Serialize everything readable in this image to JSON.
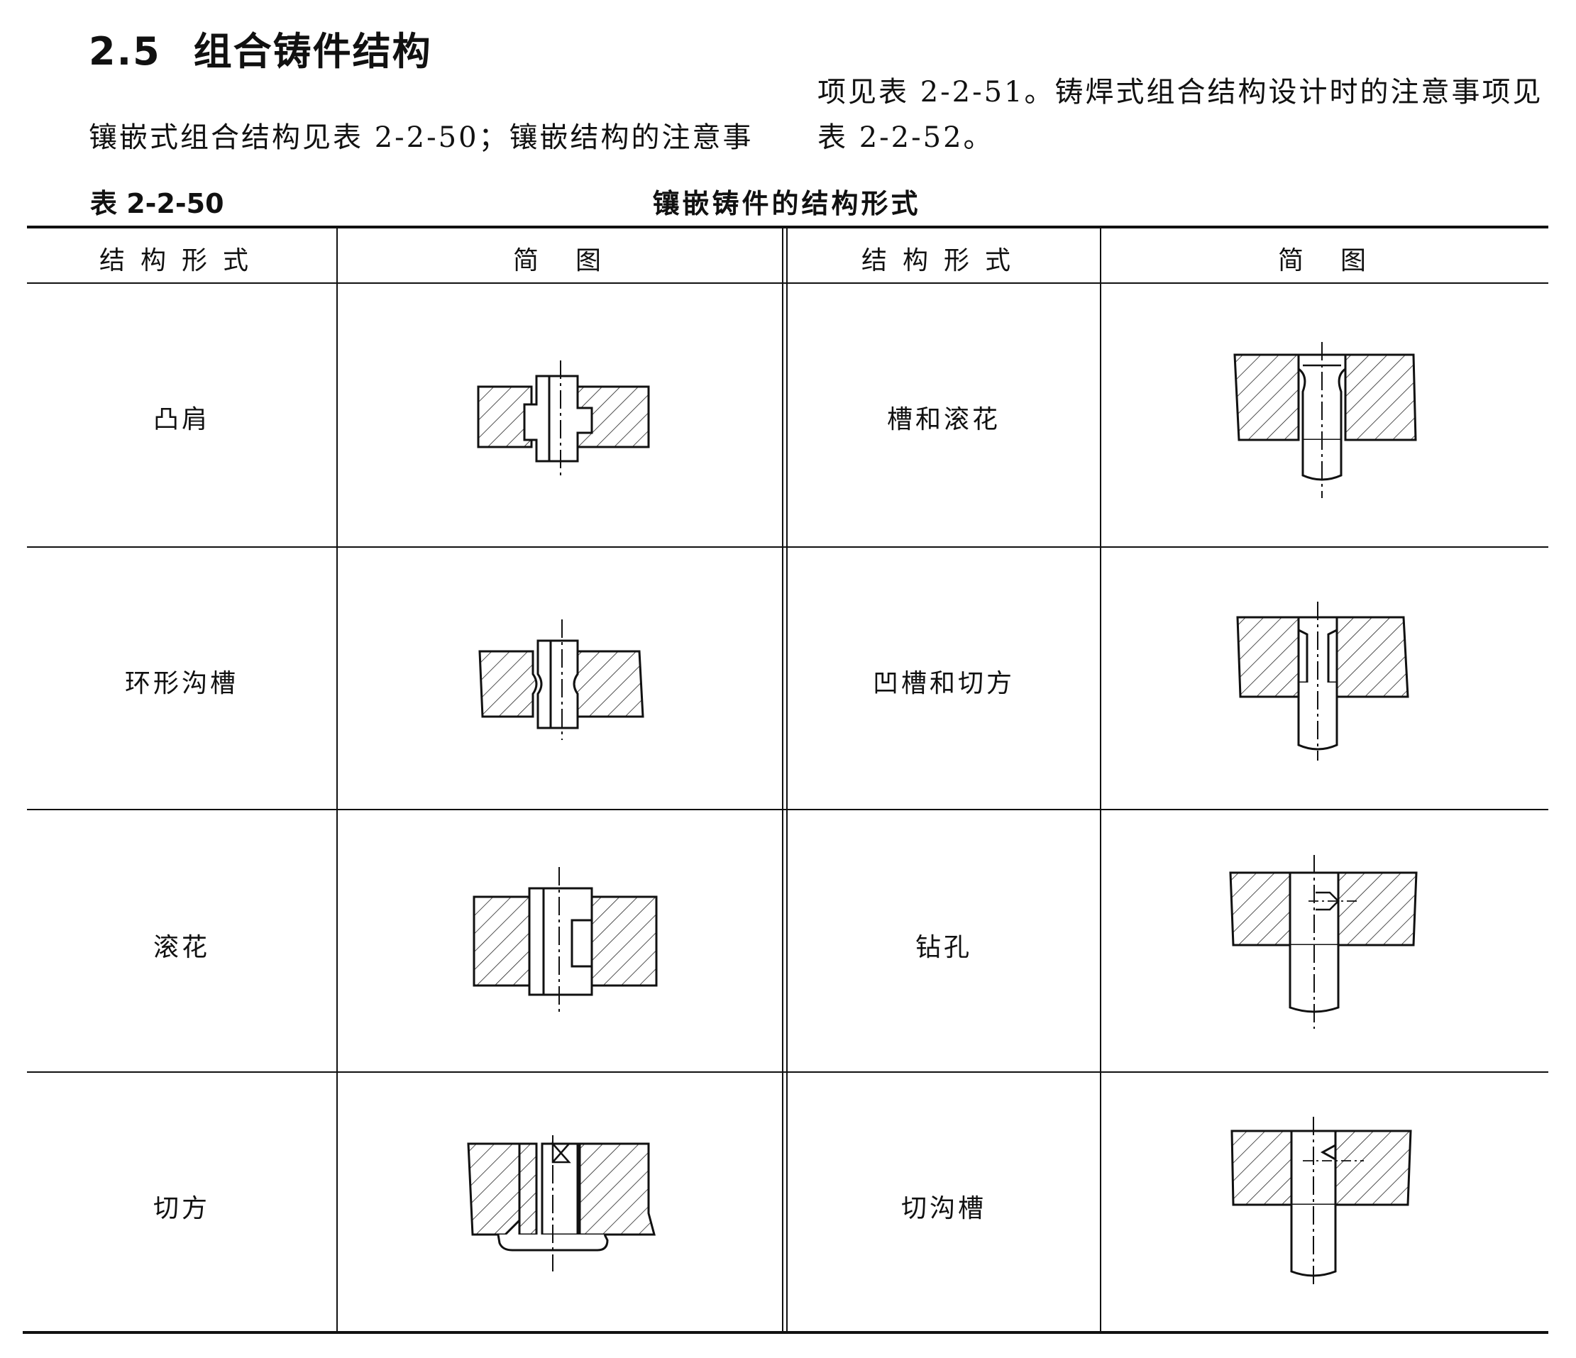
{
  "section": {
    "number": "2.5",
    "title": "组合铸件结构"
  },
  "intro": {
    "left_line": "镶嵌式组合结构见表 2-2-50；镶嵌结构的注意事",
    "right_line1": "项见表 2-2-51。铸焊式组合结构设计时的注意事项见",
    "right_line2": "表 2-2-52。"
  },
  "table": {
    "number": "表 2-2-50",
    "title": "镶嵌铸件的结构形式",
    "headers": [
      "结构形式",
      "简　图",
      "结构形式",
      "简　图"
    ],
    "rows": [
      {
        "left": "凸肩",
        "right": "槽和滚花"
      },
      {
        "left": "环形沟槽",
        "right": "凹槽和切方"
      },
      {
        "left": "滚花",
        "right": "钻孔"
      },
      {
        "left": "切方",
        "right": "切沟槽"
      }
    ]
  },
  "icons": {
    "left_sketches": [
      "shoulder-insert-sketch",
      "annular-groove-insert-sketch",
      "knurl-insert-sketch",
      "square-cut-insert-sketch"
    ],
    "right_sketches": [
      "groove-and-knurl-sketch",
      "recess-and-square-sketch",
      "drilled-hole-sketch",
      "cut-groove-sketch"
    ]
  }
}
